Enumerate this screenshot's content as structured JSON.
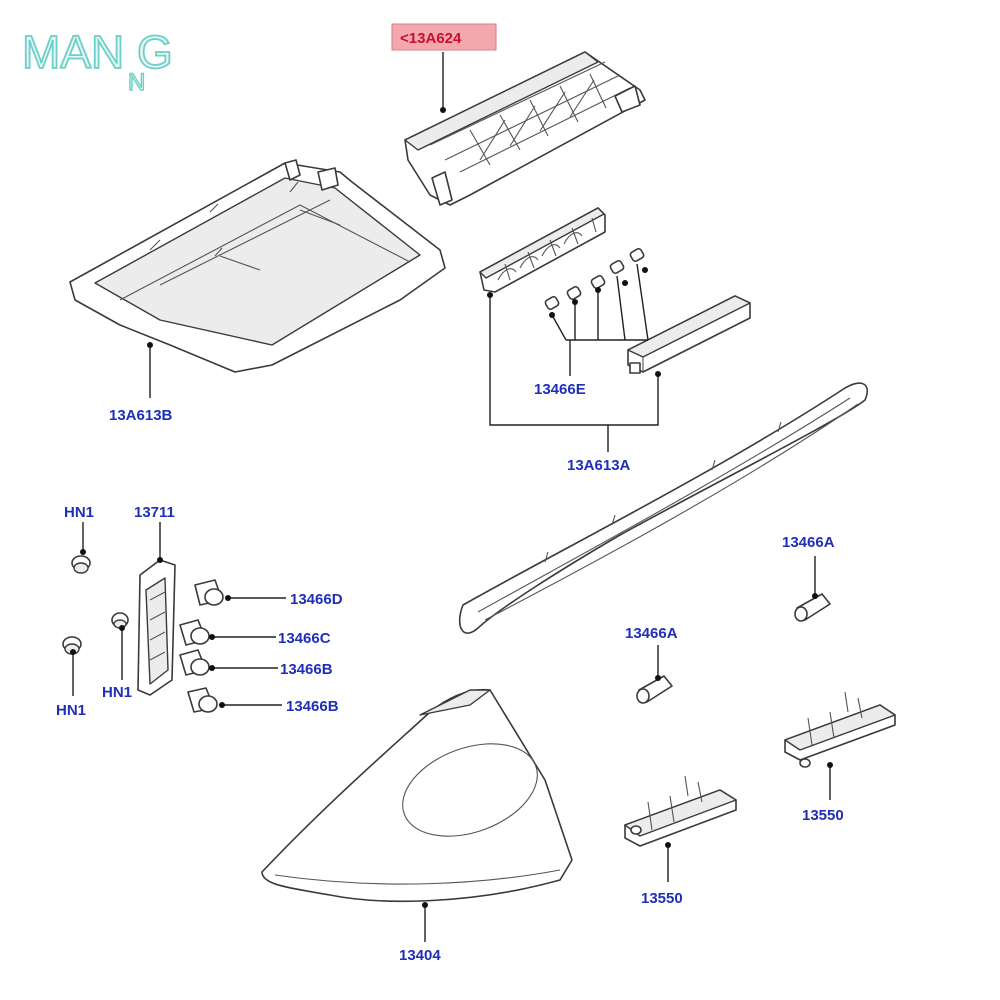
{
  "watermark": {
    "main": "MAN G",
    "accent": "N"
  },
  "highlight": {
    "label": "<13A624",
    "color": "#c8102e"
  },
  "callouts": {
    "c13A613B": "13A613B",
    "c13466E": "13466E",
    "c13A613A": "13A613A",
    "hn1_top": "HN1",
    "c13711": "13711",
    "c13466D": "13466D",
    "c13466C": "13466C",
    "c13466B_upper": "13466B",
    "c13466B_lower": "13466B",
    "hn1_mid": "HN1",
    "hn1_bottom": "HN1",
    "c13466A_right": "13466A",
    "c13466A_mid": "13466A",
    "c13550_right": "13550",
    "c13550_mid": "13550",
    "c13404": "13404"
  },
  "colors": {
    "callout": "#1f2fb8",
    "line": "#222222"
  }
}
